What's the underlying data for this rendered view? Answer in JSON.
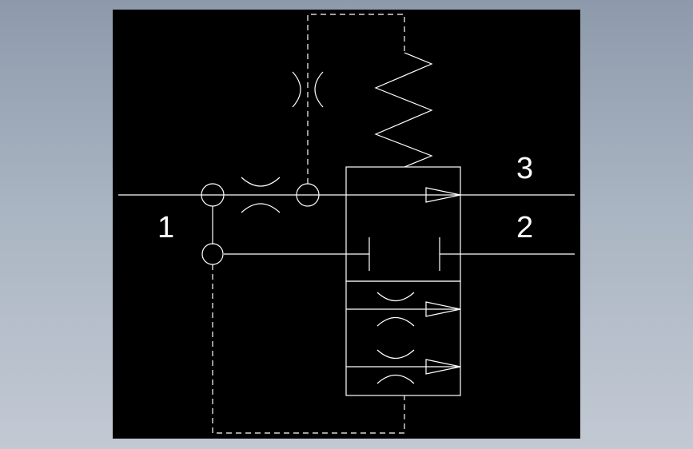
{
  "diagram": {
    "ports": {
      "port_1": "1",
      "port_2": "2",
      "port_3": "3"
    },
    "colors": {
      "background": "#000000",
      "line": "#ffffff",
      "viewport": "#a9b4c2"
    }
  }
}
